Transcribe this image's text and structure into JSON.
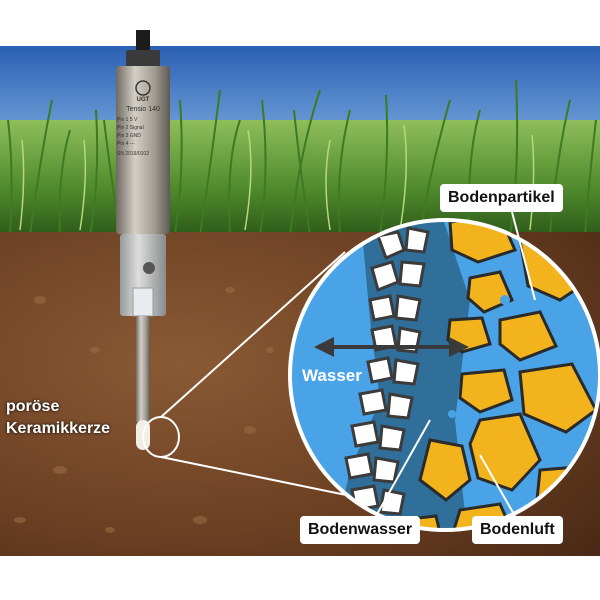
{
  "labels": {
    "ceramic_line1": "poröse",
    "ceramic_line2": "Keramikkerze",
    "water": "Wasser",
    "soil_particle": "Bodenpartikel",
    "soil_water": "Bodenwasser",
    "soil_air": "Bodenluft"
  },
  "sensor": {
    "logo": "UGT",
    "model": "Tensio 140",
    "pins": [
      "Pin 1  5 V",
      "Pin 2  Signal",
      "Pin 3  GND",
      "Pin 4  ---"
    ],
    "serial": "SN 2019/0102"
  },
  "colors": {
    "sky": "#3a6fc0",
    "soil": "#6b3f22",
    "water": "#4aa3e6",
    "particle": "#f2b31c",
    "sensor_metal": "#a9a39a"
  },
  "icon_names": [
    "double-arrow-icon",
    "ugt-logo-icon"
  ]
}
